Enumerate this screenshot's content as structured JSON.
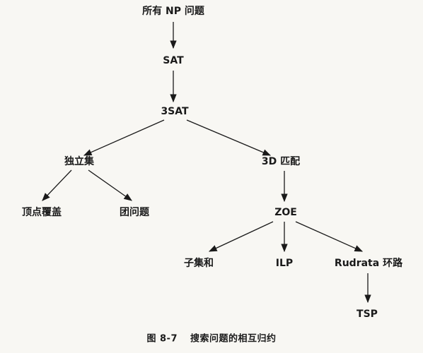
{
  "nodes": {
    "all_np": "所有 NP 问题",
    "sat": "SAT",
    "three_sat": "3SAT",
    "independent_set": "独立集",
    "three_d_matching": "3D 匹配",
    "vertex_cover": "顶点覆盖",
    "clique": "团问题",
    "zoe": "ZOE",
    "subset_sum": "子集和",
    "ilp": "ILP",
    "rudrata_cycle": "Rudrata 环路",
    "tsp": "TSP"
  },
  "caption": {
    "number": "图 8-7",
    "title": "搜索问题的相互归约"
  }
}
